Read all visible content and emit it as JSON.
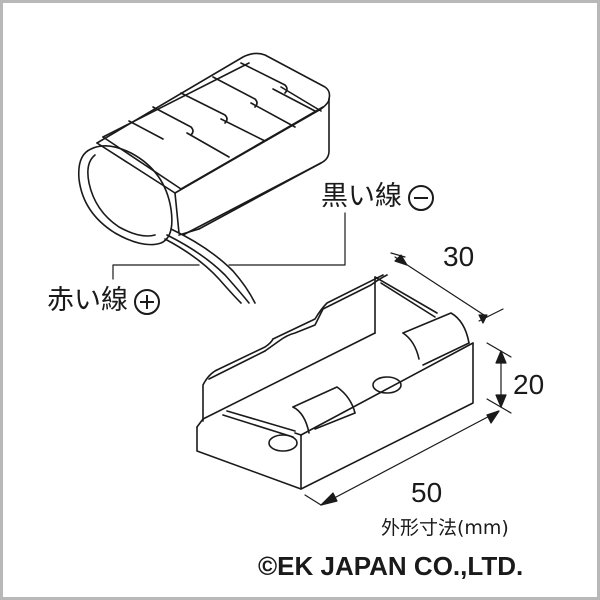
{
  "diagram": {
    "battery_pack": {
      "black_wire_label": "黒い線",
      "black_wire_polarity": "minus",
      "red_wire_label": "赤い線",
      "red_wire_polarity": "plus"
    },
    "holder": {
      "dimensions": {
        "depth": "30",
        "height": "20",
        "width": "50"
      },
      "dimension_caption": "外形寸法(mm)"
    },
    "copyright": "©EK JAPAN CO.,LTD.",
    "colors": {
      "line": "#1a1a1a",
      "border": "#b8b8b8",
      "background": "#ffffff"
    }
  }
}
